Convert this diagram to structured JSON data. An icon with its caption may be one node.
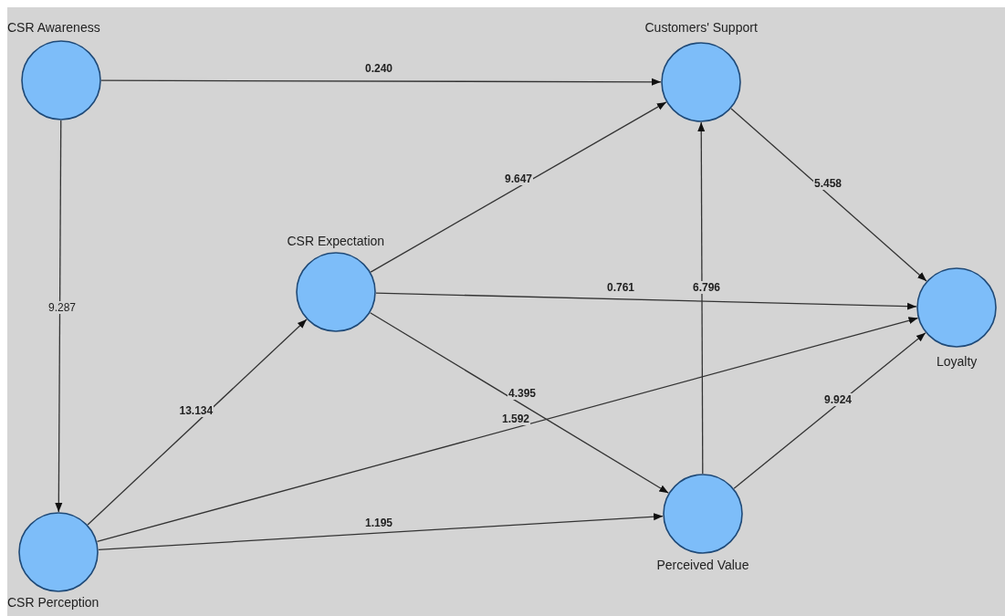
{
  "diagram": {
    "nodes": [
      {
        "text": [
          "CSR Awareness"
        ]
      },
      {
        "text": [
          "Customers' Support"
        ]
      },
      {
        "text": [
          "CSR Expectation"
        ]
      },
      {
        "text": [
          "Loyalty"
        ]
      },
      {
        "text": [
          "Perceived Value"
        ]
      },
      {
        "text": [
          "CSR Perception"
        ]
      }
    ],
    "edges": [
      {
        "from": 0,
        "to": 1,
        "arrow": "to",
        "label": "0.240"
      },
      {
        "from": 0,
        "to": 5,
        "arrow": "to",
        "label": "9.287"
      },
      {
        "from": 2,
        "to": 1,
        "arrow": "to",
        "label": "9.647"
      },
      {
        "from": 2,
        "to": 3,
        "arrow": "to",
        "label": "0.761"
      },
      {
        "from": 2,
        "to": 4,
        "arrow": "to",
        "label": "4.395"
      },
      {
        "from": 5,
        "to": 2,
        "arrow": "to",
        "label": "13.134"
      },
      {
        "from": 5,
        "to": 3,
        "arrow": "to",
        "label": "1.592"
      },
      {
        "from": 5,
        "to": 4,
        "arrow": "to",
        "label": "1.195"
      },
      {
        "from": 4,
        "to": 1,
        "arrow": "to",
        "label": "6.796"
      },
      {
        "from": 1,
        "to": 3,
        "arrow": "to",
        "label": "5.458"
      },
      {
        "from": 4,
        "to": 3,
        "arrow": "to",
        "label": "9.924"
      }
    ]
  }
}
